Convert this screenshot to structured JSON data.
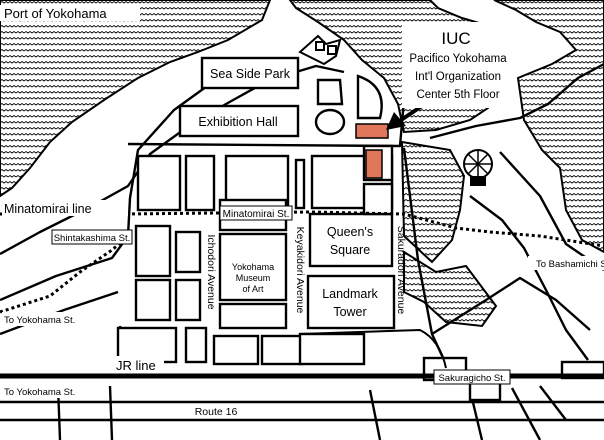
{
  "map": {
    "port": "Port of Yokohama",
    "venue": {
      "title": "IUC",
      "lines": [
        "Pacifico Yokohama",
        "Int'l Organization",
        "Center 5th Floor"
      ]
    },
    "areas": {
      "sea_side_park": "Sea Side Park",
      "exhibition_hall": "Exhibition Hall",
      "queens_square": [
        "Queen's",
        "Square"
      ],
      "landmark_tower": [
        "Landmark",
        "Tower"
      ],
      "museum": [
        "Yokohama",
        "Museum",
        "of Art"
      ]
    },
    "streets": {
      "ichodori": "Ichodori Avenue",
      "keyakidori": "Keyakidori Avenue",
      "sakuradori": "Sakuradori Avenue",
      "route16": "Route 16"
    },
    "lines": {
      "minatomirai_line": "Minatomirai line",
      "jr_line": "JR line"
    },
    "stations": {
      "shintakashima": "Shintakashima St.",
      "minatomirai": "Minatomirai St.",
      "sakuragicho": "Sakuragicho St."
    },
    "directions": {
      "yokohama_upper": "To Yokohama St.",
      "yokohama_lower": "To Yokohama St.",
      "bashamichi": "To Bashamichi St."
    },
    "colors": {
      "venue_marker": "#e0765a",
      "water_pattern": "#000000",
      "background": "#ffffff"
    }
  }
}
